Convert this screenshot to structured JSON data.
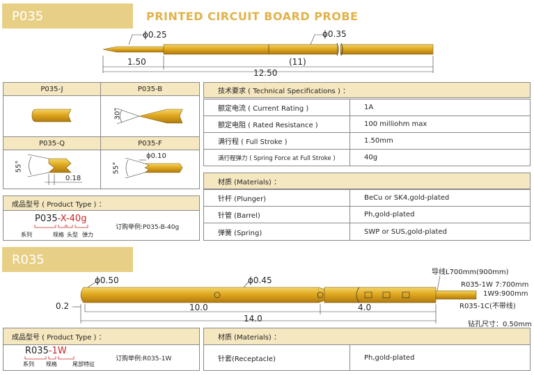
{
  "p035": {
    "tag": "P035",
    "title": "PRINTED CIRCUIT BOARD  PROBE",
    "dims": {
      "d1": "ϕ0.25",
      "d2": "ϕ0.35",
      "l1": "1.50",
      "l2": "(11)",
      "l3": "12.50"
    },
    "tips": [
      {
        "name": "P035-J"
      },
      {
        "name": "P035-B",
        "angle": "30°"
      },
      {
        "name": "P035-Q",
        "angle": "55°",
        "dim": "0.18"
      },
      {
        "name": "P035-F",
        "angle": "55°",
        "dim": "ϕ0.10"
      }
    ],
    "product_type": {
      "label": "成品型号 ( Product Type ) ：",
      "code_a": "P035",
      "code_b": "-X-40g",
      "parts": [
        "系列",
        "规格",
        "头型",
        "弹力"
      ],
      "example": "订购举例:P035-B-40g"
    },
    "specs": {
      "header": "技术要求 ( Technical Specifications ) ：",
      "rows": [
        {
          "k": "额定电流 ( Current Rating )",
          "v": "1A"
        },
        {
          "k": "额定电阻 ( Rated Resistance )",
          "v": "100 milliohm max"
        },
        {
          "k": "满行程 ( Full Stroke )",
          "v": "1.50mm"
        },
        {
          "k": "满行程弹力 ( Spring Force at Full Stroke )",
          "v": "40g"
        }
      ]
    },
    "materials": {
      "header": "材质 (Materials) ：",
      "rows": [
        {
          "k": "针杆 (Plunger)",
          "v": "BeCu or SK4,gold-plated"
        },
        {
          "k": "针管 (Barrel)",
          "v": "Ph,gold-plated"
        },
        {
          "k": "弹簧 (Spring)",
          "v": "SWP or SUS,gold-plated"
        }
      ]
    }
  },
  "r035": {
    "tag": "R035",
    "dims": {
      "d1": "ϕ0.50",
      "d2": "ϕ0.45",
      "l1": "0.2",
      "l2": "10.0",
      "l3": "4.0",
      "l4": "14.0"
    },
    "notes": {
      "lead": "导线L700mm(900mm)",
      "n1": "R035-1W 7:700mm",
      "n2": "1W9:900mm",
      "n3": "R035-1C(不带线)",
      "drill": "钻孔尺寸：0.50mm"
    },
    "product_type": {
      "label": "成品型号 ( Product Type ) ：",
      "code_a": "R035",
      "code_b": "-1W",
      "parts": [
        "系列",
        "规格",
        "尾部特征"
      ],
      "example": "订购举例:R035-1W"
    },
    "materials": {
      "header": "材质 (Materials) ：",
      "rows": [
        {
          "k": "针套(Receptacle)",
          "v": "Ph,gold-plated"
        }
      ]
    }
  }
}
